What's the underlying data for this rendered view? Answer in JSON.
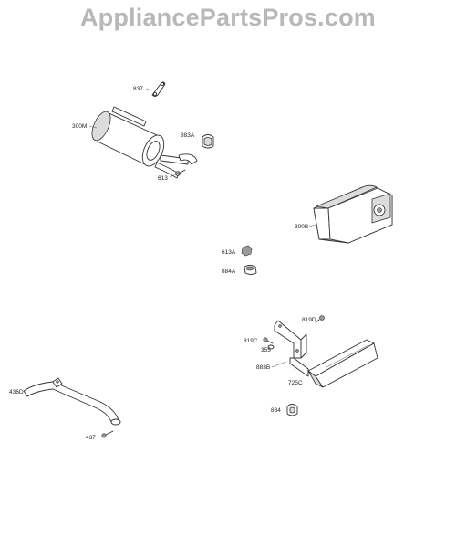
{
  "watermark": "AppliancePartsPros.com",
  "labels": {
    "l837": "837",
    "l300M": "300M",
    "l883A": "883A",
    "l613": "613",
    "l300B": "300B",
    "l613A": "613A",
    "l884A": "884A",
    "l819D": "819D",
    "l819C": "819C",
    "l355": "355",
    "l883B": "883B",
    "l725C": "725C",
    "l884": "884",
    "l436D": "436D",
    "l437": "437"
  }
}
